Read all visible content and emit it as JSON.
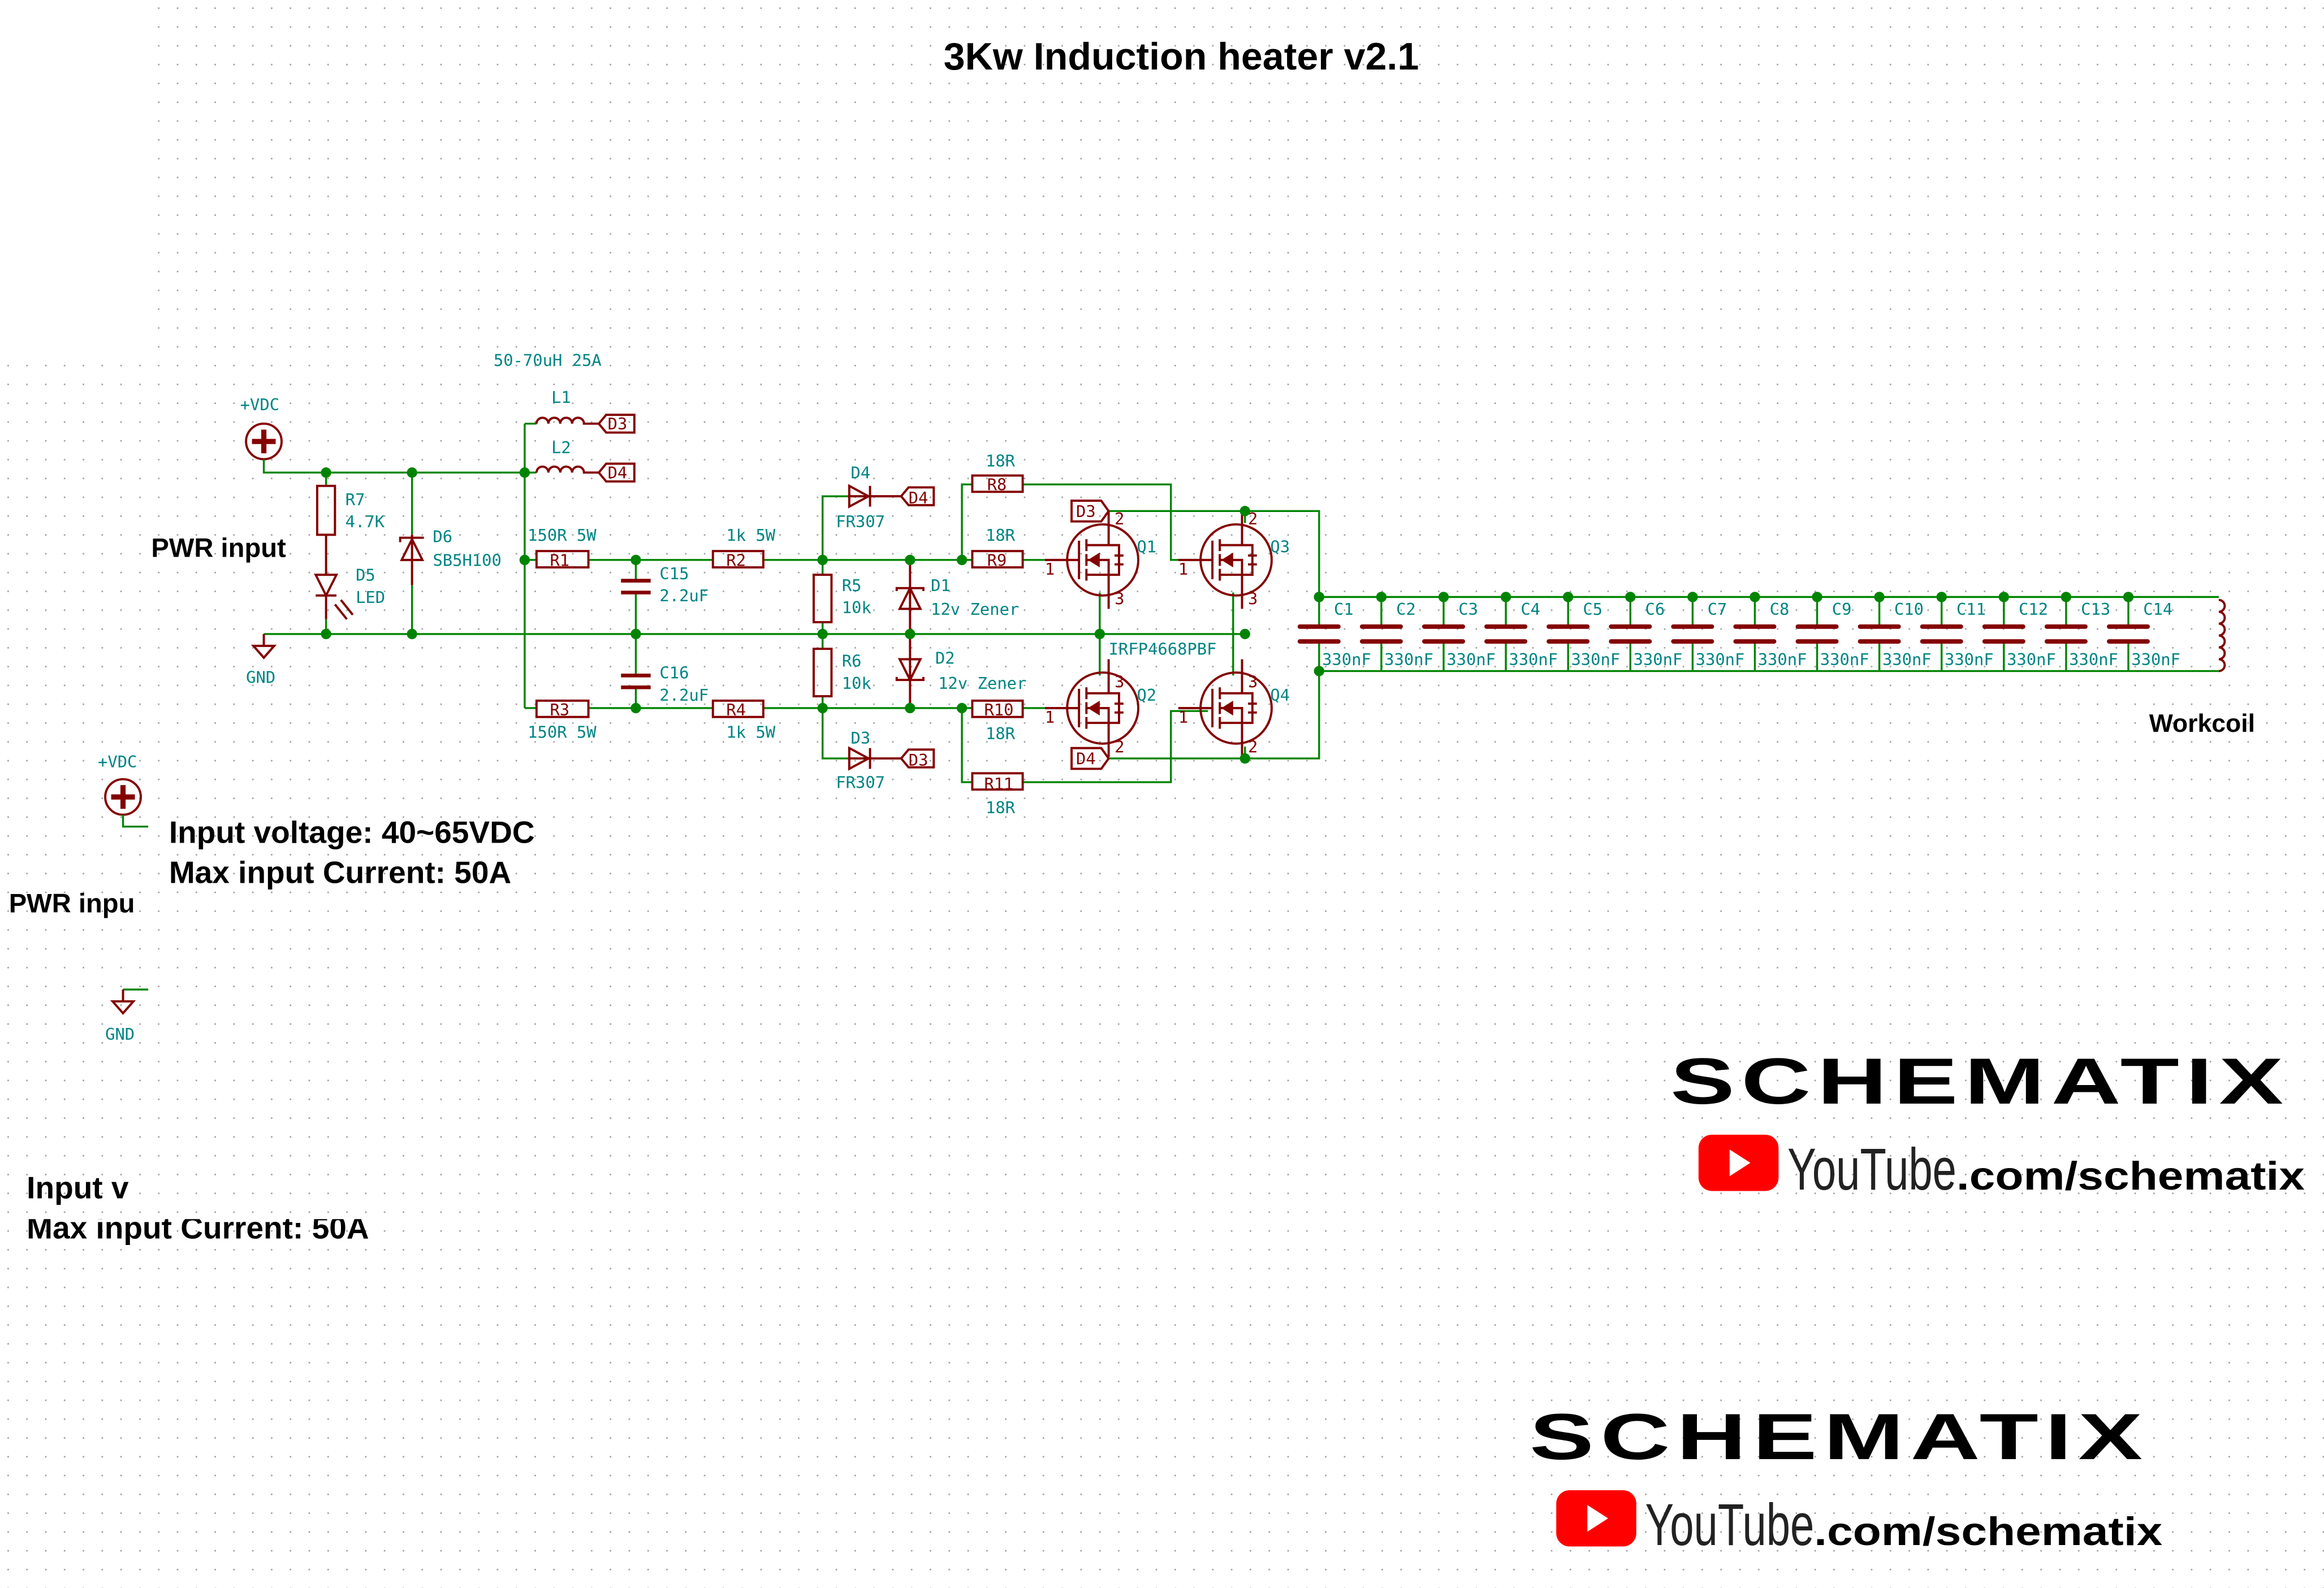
{
  "title": "3Kw Induction heater v2.1",
  "labels": {
    "pwr_input": "PWR input",
    "workcoil": "Workcoil",
    "vdc": "+VDC",
    "gnd": "GND",
    "inductor_spec": "50-70uH 25A",
    "mosfet_part": "IRFP4668PBF",
    "input_voltage": "Input voltage: 40~65VDC",
    "max_current": "Max input Current: 50A",
    "ghost_pwr_input": "PWR inpu",
    "ghost_input_voltage": "Input v",
    "ghost_max_current": "Max input Current: 50A"
  },
  "components": {
    "R7": {
      "ref": "R7",
      "value": "4.7K"
    },
    "D5": {
      "ref": "D5",
      "value": "LED"
    },
    "D6": {
      "ref": "D6",
      "value": "SB5H100"
    },
    "L1": {
      "ref": "L1"
    },
    "L2": {
      "ref": "L2"
    },
    "R1": {
      "ref": "R1",
      "value": "150R 5W"
    },
    "R3": {
      "ref": "R3",
      "value": "150R 5W"
    },
    "C15": {
      "ref": "C15",
      "value": "2.2uF"
    },
    "C16": {
      "ref": "C16",
      "value": "2.2uF"
    },
    "R2": {
      "ref": "R2",
      "value": "1k 5W"
    },
    "R4": {
      "ref": "R4",
      "value": "1k 5W"
    },
    "R5": {
      "ref": "R5",
      "value": "10k"
    },
    "R6": {
      "ref": "R6",
      "value": "10k"
    },
    "D1": {
      "ref": "D1",
      "value": "12v Zener"
    },
    "D2": {
      "ref": "D2",
      "value": "12v Zener"
    },
    "D4": {
      "ref": "D4",
      "value": "FR307"
    },
    "D3": {
      "ref": "D3",
      "value": "FR307"
    },
    "R8": {
      "ref": "R8",
      "value": "18R"
    },
    "R9": {
      "ref": "R9",
      "value": "18R"
    },
    "R10": {
      "ref": "R10",
      "value": "18R"
    },
    "R11": {
      "ref": "R11",
      "value": "18R"
    },
    "Q1": {
      "ref": "Q1"
    },
    "Q2": {
      "ref": "Q2"
    },
    "Q3": {
      "ref": "Q3"
    },
    "Q4": {
      "ref": "Q4"
    }
  },
  "net_flags": {
    "d3": "D3",
    "d4": "D4"
  },
  "pins": {
    "gate": "1",
    "drain": "2",
    "source": "3"
  },
  "capacitor_bank": [
    {
      "ref": "C1",
      "value": "330nF"
    },
    {
      "ref": "C2",
      "value": "330nF"
    },
    {
      "ref": "C3",
      "value": "330nF"
    },
    {
      "ref": "C4",
      "value": "330nF"
    },
    {
      "ref": "C5",
      "value": "330nF"
    },
    {
      "ref": "C6",
      "value": "330nF"
    },
    {
      "ref": "C7",
      "value": "330nF"
    },
    {
      "ref": "C8",
      "value": "330nF"
    },
    {
      "ref": "C9",
      "value": "330nF"
    },
    {
      "ref": "C10",
      "value": "330nF"
    },
    {
      "ref": "C11",
      "value": "330nF"
    },
    {
      "ref": "C12",
      "value": "330nF"
    },
    {
      "ref": "C13",
      "value": "330nF"
    },
    {
      "ref": "C14",
      "value": "330nF"
    }
  ],
  "branding": {
    "logo": "SCHEMATIX",
    "youtube": "YouTube",
    "url_suffix": ".com/schematix"
  },
  "colors": {
    "wire": "#008400",
    "component": "#840000",
    "text": "#008484",
    "youtube_red": "#ff0000"
  }
}
